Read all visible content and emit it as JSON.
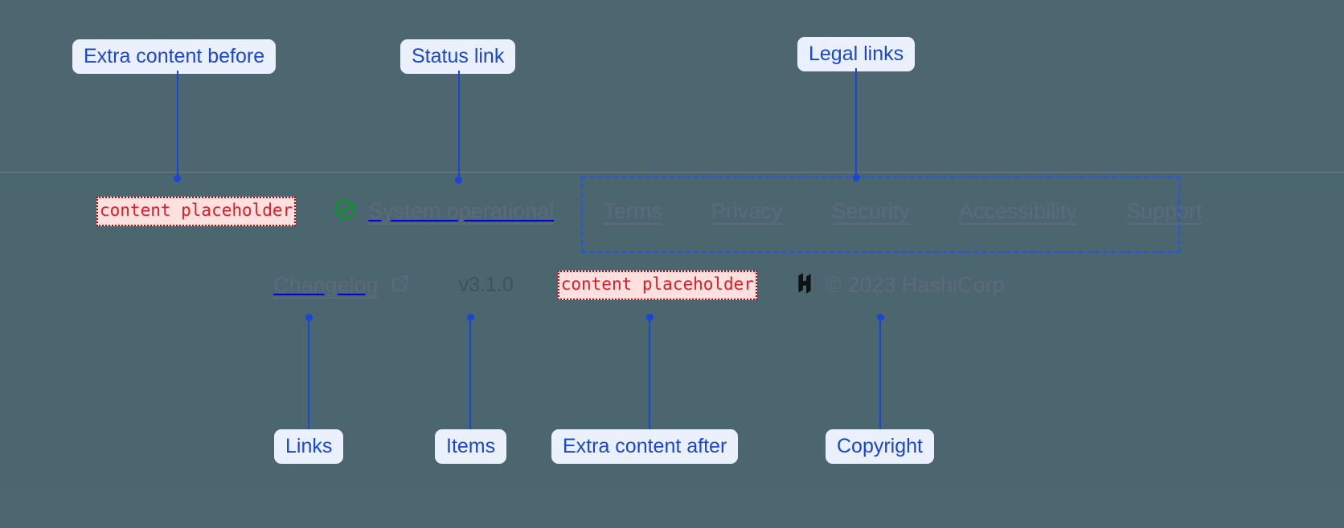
{
  "footer": {
    "extra_before_placeholder": "content placeholder",
    "status": {
      "icon": "circle-check-icon",
      "label": "System operational",
      "icon_color": "#009b26"
    },
    "legal_links": [
      {
        "label": "Terms"
      },
      {
        "label": "Privacy"
      },
      {
        "label": "Security"
      },
      {
        "label": "Accessibility"
      },
      {
        "label": "Support"
      }
    ],
    "links": [
      {
        "label": "Changelog",
        "icon": "external-link-icon"
      }
    ],
    "items": [
      {
        "label": "v3.1.0"
      }
    ],
    "extra_after_placeholder": "content placeholder",
    "copyright": {
      "logo": "hashicorp-logo-icon",
      "label": "© 2023 HashiCorp"
    }
  },
  "annotations": {
    "extra_before": "Extra content before",
    "status_link": "Status link",
    "legal_links": "Legal links",
    "links": "Links",
    "items": "Items",
    "extra_after": "Extra content after",
    "copyright": "Copyright"
  },
  "colors": {
    "background": "#4d6670",
    "annotation_accent": "#1a46d8",
    "annotation_chip_bg": "#eaf1fd",
    "placeholder_text": "#e01b24",
    "placeholder_bg": "#fde0e0",
    "link_text": "#5d6a7c",
    "status_ok": "#009b26"
  }
}
